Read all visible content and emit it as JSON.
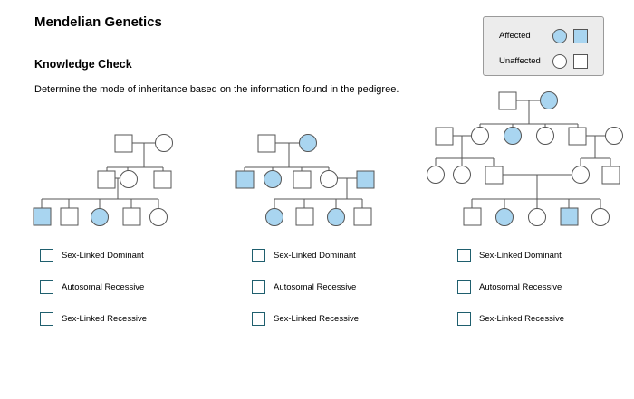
{
  "page": {
    "title": "Mendelian Genetics",
    "subtitle": "Knowledge Check",
    "instruction": "Determine the mode of inheritance based on the information found in the pedigree."
  },
  "legend": {
    "affected_label": "Affected",
    "unaffected_label": "Unaffected"
  },
  "colors": {
    "affected_fill": "#a9d5f0",
    "unaffected_fill": "#ffffff",
    "checkbox_border": "#1f5f6e"
  },
  "questions": [
    {
      "options": [
        "Sex-Linked Dominant",
        "Autosomal Recessive",
        "Sex-Linked Recessive"
      ]
    },
    {
      "options": [
        "Sex-Linked Dominant",
        "Autosomal Recessive",
        "Sex-Linked Recessive"
      ]
    },
    {
      "options": [
        "Sex-Linked Dominant",
        "Autosomal Recessive",
        "Sex-Linked Recessive"
      ]
    }
  ]
}
